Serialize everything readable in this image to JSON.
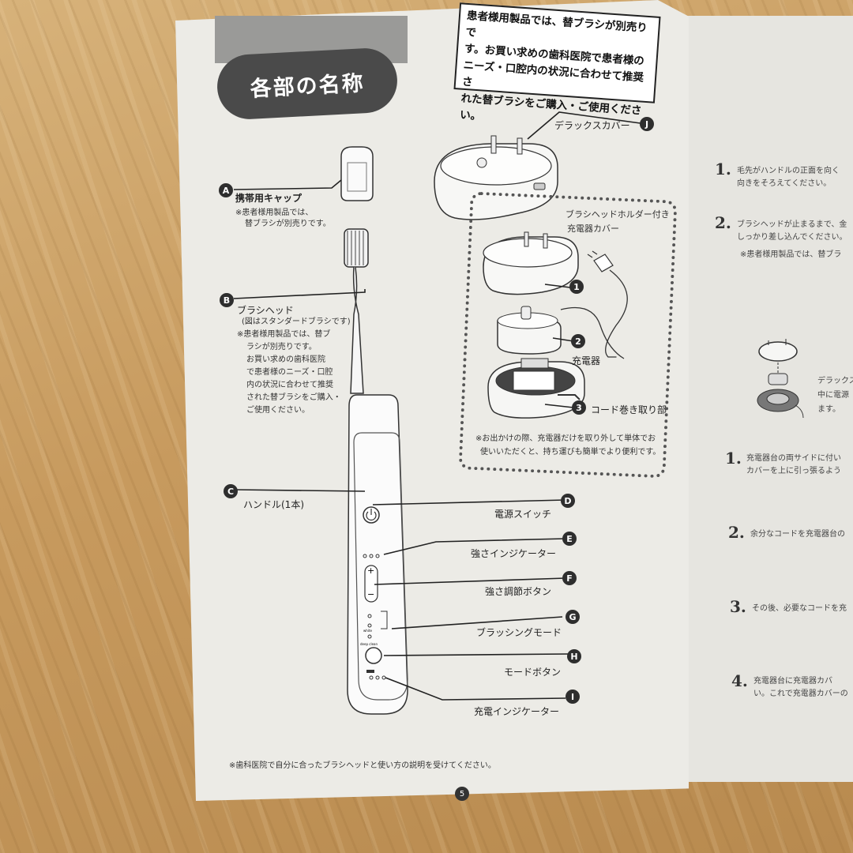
{
  "title": "各部の名称",
  "notice": [
    "患者様用製品では、替ブラシが別売りで",
    "す。お買い求めの歯科医院で患者様の",
    "ニーズ・口腔内の状況に合わせて推奨さ",
    "れた替ブラシをご購入・ご使用ください。"
  ],
  "parts": {
    "A": {
      "badge": "A",
      "label": "携帯用キャップ",
      "notes": [
        "※患者様用製品では、",
        "替ブラシが別売りです。"
      ]
    },
    "B": {
      "badge": "B",
      "label": "ブラシヘッド",
      "notes": [
        "(図はスタンダードブラシです)",
        "※患者様用製品では、替ブ",
        "ラシが別売りです。",
        "お買い求めの歯科医院",
        "で患者様のニーズ・口腔",
        "内の状況に合わせて推奨",
        "された替ブラシをご購入・",
        "ご使用ください。"
      ]
    },
    "C": {
      "badge": "C",
      "label": "ハンドル(1本)"
    },
    "D": {
      "badge": "D",
      "label": "電源スイッチ"
    },
    "E": {
      "badge": "E",
      "label": "強さインジケーター"
    },
    "F": {
      "badge": "F",
      "label": "強さ調節ボタン"
    },
    "G": {
      "badge": "G",
      "label": "ブラッシングモード"
    },
    "H": {
      "badge": "H",
      "label": "モードボタン"
    },
    "I": {
      "badge": "I",
      "label": "充電インジケーター"
    },
    "J": {
      "badge": "J",
      "label": "デラックスカバー"
    }
  },
  "charger": {
    "title_line1": "ブラシヘッドホルダー付き",
    "title_line2": "充電器カバー",
    "items": [
      {
        "num": "1",
        "label": ""
      },
      {
        "num": "2",
        "label": "充電器"
      },
      {
        "num": "3",
        "label": "コード巻き取り部"
      }
    ],
    "note": [
      "※お出かけの際、充電器だけを取り外して単体でお",
      "使いいただくと、持ち運びも簡単でより便利です。"
    ]
  },
  "footnote": "※歯科医院で自分に合ったブラシヘッドと使い方の説明を受けてください。",
  "page_number": "5",
  "right_page": {
    "steps_top": [
      {
        "num": "1.",
        "lines": [
          "毛先がハンドルの正面を向く",
          "向きをそろえてください。"
        ]
      },
      {
        "num": "2.",
        "lines": [
          "ブラシヘッドが止まるまで、金",
          "しっかり差し込んでください。",
          "※患者様用製品では、替ブラ"
        ]
      }
    ],
    "caption": [
      "デラックス",
      "中に電源",
      "ます。"
    ],
    "steps_bottom": [
      {
        "num": "1.",
        "lines": [
          "充電器台の両サイドに付い",
          "カバーを上に引っ張るよう"
        ]
      },
      {
        "num": "2.",
        "lines": [
          "余分なコードを充電器台の"
        ]
      },
      {
        "num": "3.",
        "lines": [
          "その後、必要なコードを充"
        ]
      },
      {
        "num": "4.",
        "lines": [
          "充電器台に充電器カバ",
          "い。これで充電器カバーの"
        ]
      }
    ]
  },
  "toothbrush": {
    "plus": "+",
    "minus": "−",
    "mode_labels": [
      "white",
      "deep clean"
    ]
  }
}
